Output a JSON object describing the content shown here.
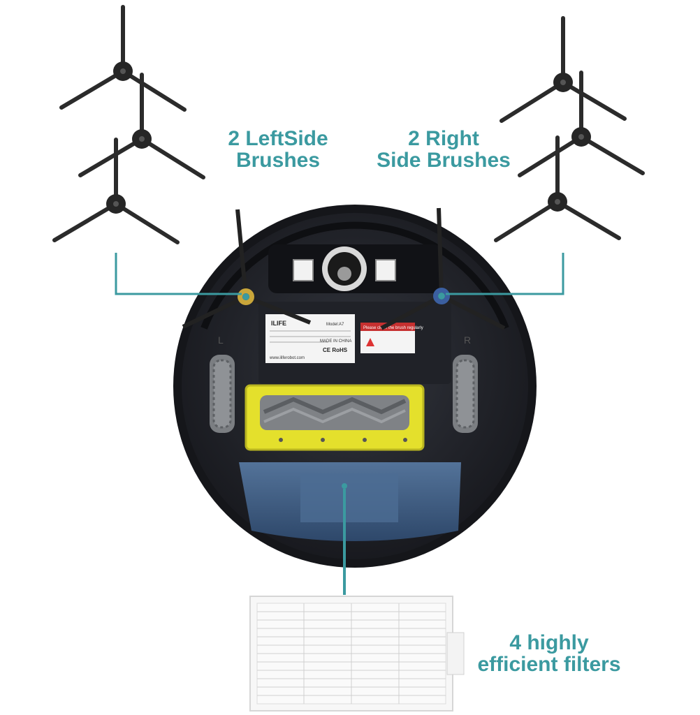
{
  "labels": {
    "left_brushes": [
      "2 LeftSide",
      "Brushes"
    ],
    "right_brushes": [
      "2 Right",
      "Side Brushes"
    ],
    "filters": [
      "4 highly",
      "efficient filters"
    ]
  },
  "robot_text": {
    "brand": "ILIFE",
    "website": "www.iliferobot.com",
    "model": "Model:A7",
    "made_in": "MADE IN CHINA",
    "cert": "CE RoHS",
    "warning": "Please clean the brush regularly",
    "left_mark": "L",
    "right_mark": "R"
  },
  "colors": {
    "accent": "#3b9aa0",
    "robot_body": "#1f2127",
    "roller_frame": "#e6e22a",
    "dustbin": "#3d5d86"
  }
}
